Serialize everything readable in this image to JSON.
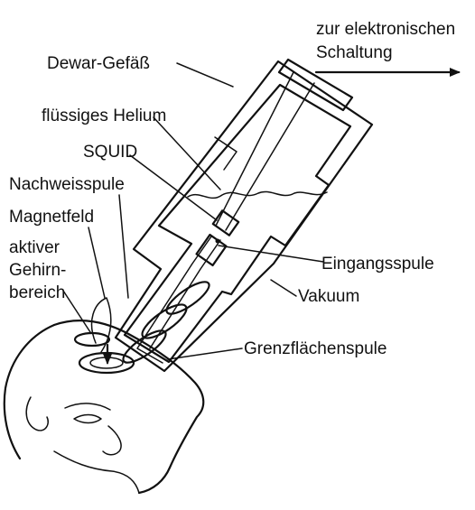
{
  "diagram": {
    "labels": {
      "dewar": "Dewar-Gefäß",
      "helium": "flüssiges Helium",
      "squid": "SQUID",
      "pickup_coil": "Nachweisspule",
      "magnetic_field": "Magnetfeld",
      "active_region_1": "aktiver",
      "active_region_2": "Gehirn-",
      "active_region_3": "bereich",
      "electronics_1": "zur elektronischen",
      "electronics_2": "Schaltung",
      "input_coil": "Eingangsspule",
      "vacuum": "Vakuum",
      "interface_coil": "Grenzflächenspule"
    }
  }
}
